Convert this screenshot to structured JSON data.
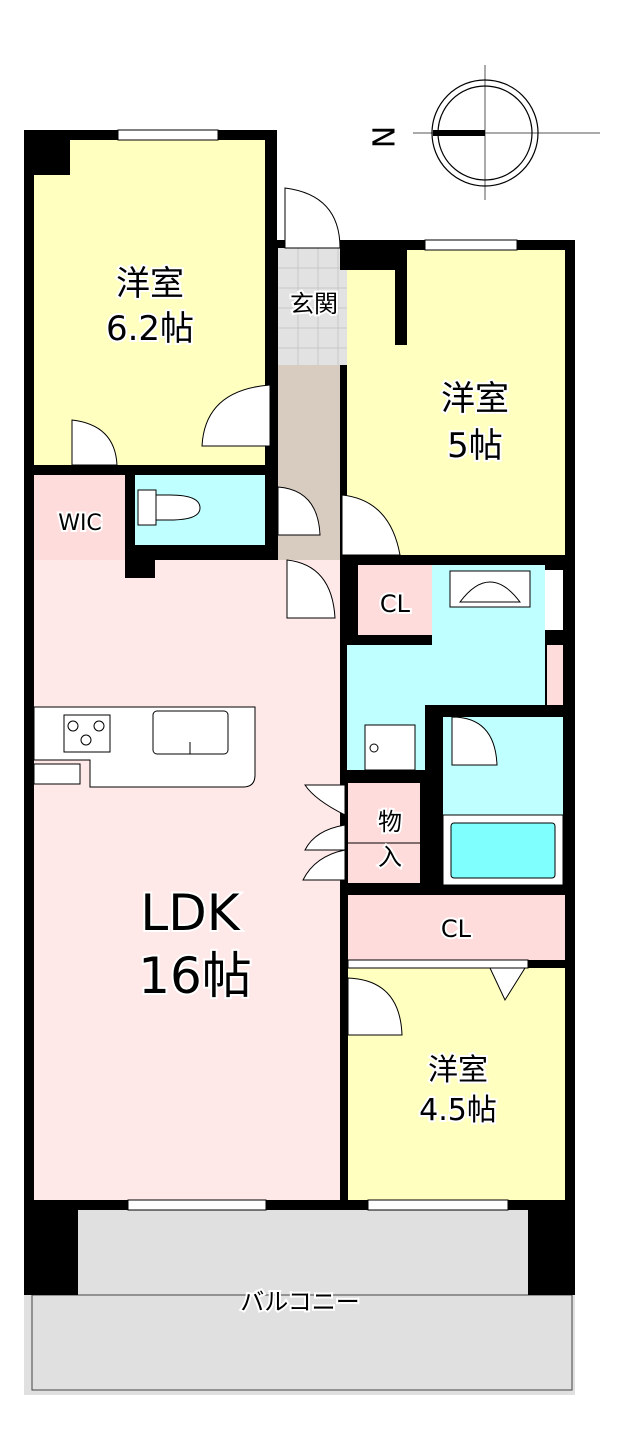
{
  "rooms": {
    "western_6_2": {
      "name": "洋室",
      "size": "6.2帖"
    },
    "western_5": {
      "name": "洋室",
      "size": "5帖"
    },
    "western_4_5": {
      "name": "洋室",
      "size": "4.5帖"
    },
    "ldk": {
      "name": "LDK",
      "size": "16帖"
    },
    "entrance": "玄関",
    "wic": "WIC",
    "closet_1": "CL",
    "closet_2": "CL",
    "storage": [
      "物",
      "入"
    ],
    "balcony": "バルコニー"
  },
  "compass": {
    "label": "N"
  },
  "colors": {
    "western": "#ffffc0",
    "ldk": "#ffe8e8",
    "closet": "#ffdcdc",
    "water": "#c0ffff",
    "hall": "#d8cbbf",
    "entrance": "#e2e2e2",
    "balcony": "#e0e0e0"
  }
}
